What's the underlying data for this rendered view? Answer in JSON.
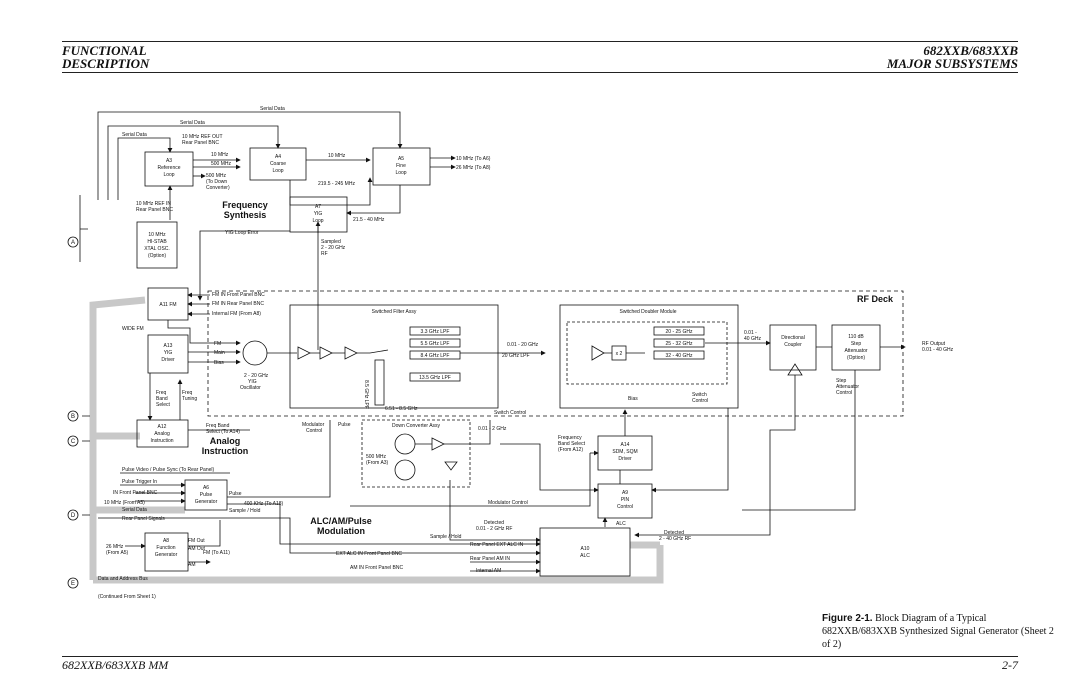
{
  "header": {
    "left_line1": "FUNCTIONAL",
    "left_line2": "DESCRIPTION",
    "right_line1": "682XXB/683XXB",
    "right_line2": "MAJOR SUBSYSTEMS"
  },
  "footer": {
    "left": "682XXB/683XXB MM",
    "right": "2-7"
  },
  "caption": {
    "label": "Figure 2-1.",
    "text": "Block Diagram of a Typical 682XXB/683XXB Synthesized Signal Generator (Sheet 2 of 2)"
  },
  "sections": {
    "freq": "Frequency",
    "freq2": "Synthesis",
    "analog": "Analog",
    "analog2": "Instruction",
    "alc": "ALC/AM/Pulse",
    "alc2": "Modulation",
    "rfdeck": "RF Deck"
  },
  "connectors": [
    "A",
    "B",
    "C",
    "D",
    "E"
  ],
  "blocks": {
    "a3": [
      "A3",
      "Reference",
      "Loop"
    ],
    "a4": [
      "A4",
      "Coarse",
      "Loop"
    ],
    "a5": [
      "A5",
      "Fine",
      "Loop"
    ],
    "a7": [
      "A7",
      "YIG",
      "Loop"
    ],
    "xtal": [
      "10 MHz",
      "HI-STAB",
      "XTAL OSC.",
      "(Option)"
    ],
    "a11": [
      "A11 FM"
    ],
    "a13": [
      "A13",
      "YIG",
      "Driver"
    ],
    "a12": [
      "A12",
      "Analog",
      "Instruction"
    ],
    "a6": [
      "A6",
      "Pulse",
      "Generator"
    ],
    "a8": [
      "A8",
      "Function",
      "Generator"
    ],
    "a14": [
      "A14",
      "SDM, SQM",
      "Driver"
    ],
    "a9": [
      "A9",
      "PIN",
      "Control"
    ],
    "a10": [
      "A10",
      "ALC"
    ],
    "coupler": [
      "Directional",
      "Coupler"
    ],
    "atten": [
      "110 dB",
      "Step",
      "Attenuator",
      "(Option)"
    ],
    "sfa": "Switched Filter Assy",
    "sdm": "Switched Doubler Module",
    "dca": "Down Converter Assy",
    "x2": "x 2"
  },
  "filters": [
    "3.3 GHz LPF",
    "5.5 GHz LPF",
    "8.4 GHz LPF",
    "13.5 GHz LPF"
  ],
  "doubler_filters": [
    "20 - 25 GHz",
    "25 - 32 GHz",
    "32 - 40 GHz"
  ],
  "labels": {
    "serial_data": "Serial Data",
    "ref_out": [
      "10 MHz REF OUT",
      "Rear Panel BNC"
    ],
    "ref_in": [
      "10 MHz REF IN",
      "Rear Panel BNC"
    ],
    "f10": "10 MHz",
    "f500": "500 MHz",
    "f500dc": [
      "500 MHz",
      "(To Down",
      "Converter)"
    ],
    "f10b": "10 MHz",
    "to_a6": "10 MHz (To A6)",
    "to_a8": "26 MHz (To A8)",
    "f2195": "219.5 - 245 MHz",
    "f215": "21.5 - 40 MHz",
    "yig_err": "YIG Loop Error",
    "sampled": [
      "Sampled",
      "2 - 20 GHz",
      "RF"
    ],
    "fm_front": "FM IN Front Panel BNC",
    "fm_rear": "FM IN Rear Panel BNC",
    "int_fm": "Internal FM (From A8)",
    "wide_fm": "WIDE FM",
    "fm": "FM",
    "main": "Main",
    "bias": "Bias",
    "yig_osc": [
      "2 - 20 GHz",
      "YIG",
      "Oscillator"
    ],
    "freq_band": [
      "Freq",
      "Band",
      "Select"
    ],
    "freq_tuning": [
      "Freq",
      "Tuning"
    ],
    "fbs_a14": [
      "Freq Band",
      "Select (To A14)"
    ],
    "mod_ctrl": [
      "Modulator",
      "Control"
    ],
    "pulse": "Pulse",
    "lpf85": "8.5 GHz LPF",
    "f651": "6.51 - 8.5 GHz",
    "switch_ctrl": "Switch Control",
    "f001_20": "0.01 - 20 GHz",
    "lpf20": "20 GHz LPF",
    "f001_2": "0.01 - 2 GHz",
    "f500_a3": [
      "500 MHz",
      "(From A3)"
    ],
    "f001_40": [
      "0.01 -",
      "40 GHz"
    ],
    "bias2": "Bias",
    "sw_ctrl2": [
      "Switch",
      "Control"
    ],
    "rf_out": [
      "RF Output",
      "0.01 - 40 GHz"
    ],
    "step_ctrl": [
      "Step",
      "Attenuator",
      "Control"
    ],
    "fbs_a12": [
      "Frequency",
      "Band Select",
      "(From A12)"
    ],
    "pv": "Pulse Video / Pulse Sync (To Rear Panel)",
    "pti": "Pulse Trigger In",
    "inf": "IN Front Panel BNC",
    "f10a5": "10 MHz (From A5)",
    "sd": "Serial Data",
    "rps": "Rear Panel Signals",
    "pulse2": "Pulse",
    "f400": "400 KHz (To A18)",
    "sh": "Sample / Hold",
    "mc": "Modulator Control",
    "detected": [
      "Detected",
      "0.01 - 2 GHz RF"
    ],
    "detected2": [
      "Detected",
      "2 - 40 GHz RF"
    ],
    "alc": "ALC",
    "sh2": "Sample / Hold",
    "ext_alc": "EXT ALC IN Front Panel BNC",
    "rp_ext": "Rear Panel EXT ALC IN",
    "rp_am": "Rear Panel AM IN",
    "am_in": "AM IN Front Panel BNC",
    "int_am": "Internal AM",
    "f26": [
      "26 MHz",
      "(From A5)"
    ],
    "fm_out": "FM Out",
    "am_out": "AM Out",
    "fm_a11": "FM (To A11)",
    "am": "AM",
    "bus": "Data and Address Bus",
    "cont": "(Continued From Sheet 1)"
  }
}
